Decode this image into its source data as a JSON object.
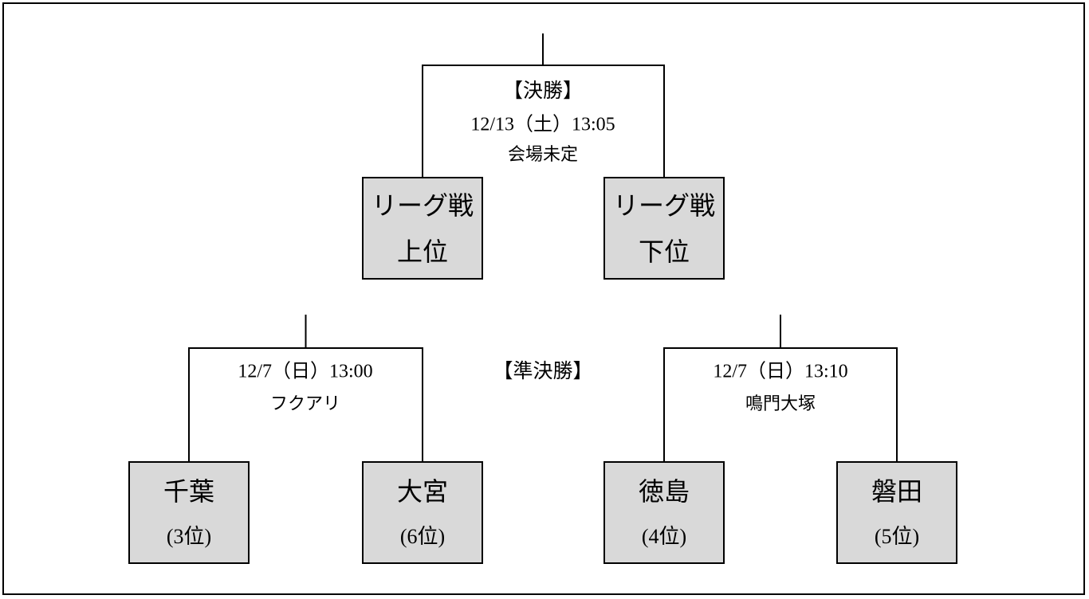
{
  "bracket": {
    "final": {
      "round_label": "【決勝】",
      "datetime": "12/13（土）13:05",
      "venue": "会場未定",
      "slots": [
        {
          "line1": "リーグ戦",
          "line2": "上位"
        },
        {
          "line1": "リーグ戦",
          "line2": "下位"
        }
      ]
    },
    "semifinal_round_label": "【準決勝】",
    "semifinals": [
      {
        "datetime": "12/7（日）13:00",
        "venue": "フクアリ",
        "teams": [
          {
            "name": "千葉",
            "rank": "(3位)"
          },
          {
            "name": "大宮",
            "rank": "(6位)"
          }
        ]
      },
      {
        "datetime": "12/7（日）13:10",
        "venue": "鳴門大塚",
        "teams": [
          {
            "name": "徳島",
            "rank": "(4位)"
          },
          {
            "name": "磐田",
            "rank": "(5位)"
          }
        ]
      }
    ],
    "colors": {
      "slot_fill": "#d9d9d9",
      "slot_border": "#000000",
      "line": "#000000",
      "background": "#ffffff"
    }
  }
}
